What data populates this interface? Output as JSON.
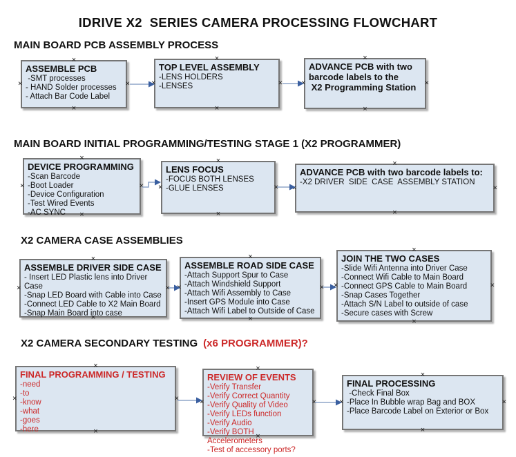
{
  "page_title": "IDRIVE X2  SERIES CAMERA PROCESSING FLOWCHART",
  "icons": {
    "handle": "×"
  },
  "colors": {
    "box_fill": "#dce6f1",
    "box_border": "#757575",
    "red_text": "#cc2929",
    "arrow_line": "#8fa5c9",
    "arrow_head": "#3a5fa0",
    "text": "#111111"
  },
  "sections": [
    {
      "heading": "MAIN BOARD PCB ASSEMBLY PROCESS",
      "heading_red": "",
      "boxes": [
        {
          "title": "ASSEMBLE PCB",
          "items": [
            " -SMT processes",
            "- HAND Solder processes",
            "- Attach Bar Code Label"
          ]
        },
        {
          "title": "TOP LEVEL ASSEMBLY",
          "items": [
            "-LENS HOLDERS",
            "-LENSES"
          ]
        },
        {
          "title": "ADVANCE PCB with two\nbarcode labels to the\n X2 Programming Station",
          "items": []
        }
      ]
    },
    {
      "heading": "MAIN BOARD INITIAL PROGRAMMING/TESTING STAGE 1 (X2 PROGRAMMER)",
      "heading_red": "",
      "boxes": [
        {
          "title": "DEVICE PROGRAMMING",
          "items": [
            "-Scan Barcode",
            "-Boot Loader",
            "-Device Configuration",
            "-Test Wired Events",
            "-AC SYNC"
          ]
        },
        {
          "title": "LENS FOCUS",
          "items": [
            "-FOCUS BOTH LENSES",
            "-GLUE LENSES"
          ]
        },
        {
          "title": "ADVANCE PCB with two barcode labels to:",
          "items": [
            "-X2 DRIVER  SIDE  CASE  ASSEMBLY STATION"
          ]
        }
      ]
    },
    {
      "heading": "X2 CAMERA CASE ASSEMBLIES",
      "heading_red": "",
      "boxes": [
        {
          "title": "ASSEMBLE DRIVER SIDE CASE",
          "items": [
            "- Insert LED Plastic lens into Driver Case",
            "-Snap LED Board with Cable into Case",
            "-Connect LED Cable to X2 Main Board",
            "-Snap Main Board into case"
          ]
        },
        {
          "title": "ASSEMBLE ROAD SIDE CASE",
          "items": [
            "-Attach Support Spur to Case",
            "-Attach Windshield Support",
            "-Attach Wifi Assembly to Case",
            "-Insert GPS Module into Case",
            "-Attach Wifi Label to Outside of Case"
          ]
        },
        {
          "title": "JOIN THE TWO CASES",
          "items": [
            "-Slide Wifi Antenna into Driver Case",
            "-Connect Wifi Cable to Main Board",
            "-Connect GPS Cable to Main Board",
            "-Snap Cases Together",
            "-Attach S/N Label to outside of case",
            "-Secure cases with Screw"
          ]
        }
      ]
    },
    {
      "heading": "X2 CAMERA SECONDARY TESTING",
      "heading_red": "(x6 PROGRAMMER)?",
      "boxes": [
        {
          "title": "FINAL PROGRAMMING / TESTING",
          "items": [
            "-need",
            "-to",
            "-know",
            "-what",
            "-goes",
            "-here"
          ]
        },
        {
          "title": "REVIEW OF EVENTS",
          "items": [
            "-Verify Transfer",
            "-Verify Correct Quantity",
            "-Verify Quality of Video",
            "-Verify LEDs function",
            "-Verify Audio",
            "-Verify BOTH Accelerometers",
            "-Test of accessory ports?"
          ]
        },
        {
          "title": "FINAL PROCESSING",
          "items": [
            " -Check Final Box",
            "-Place In Bubble wrap Bag and BOX",
            "-Place Barcode Label on Exterior or Box"
          ]
        }
      ]
    }
  ]
}
